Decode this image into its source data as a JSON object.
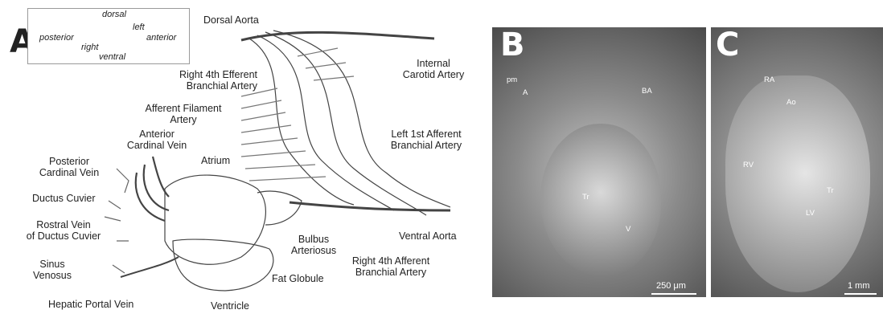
{
  "panels": {
    "a": "A",
    "b": "B",
    "c": "C"
  },
  "orientation": {
    "dorsal": "dorsal",
    "left": "left",
    "posterior": "posterior",
    "anterior": "anterior",
    "right": "right",
    "ventral": "ventral"
  },
  "labels": {
    "dorsal_aorta": "Dorsal Aorta",
    "internal_carotid_1": "Internal",
    "internal_carotid_2": "Carotid Artery",
    "right4_efferent_1": "Right 4th Efferent",
    "right4_efferent_2": "Branchial Artery",
    "afferent_filament_1": "Afferent Filament",
    "afferent_filament_2": "Artery",
    "anterior_cardinal_1": "Anterior",
    "anterior_cardinal_2": "Cardinal Vein",
    "left1_afferent_1": "Left 1st Afferent",
    "left1_afferent_2": "Branchial Artery",
    "posterior_cardinal_1": "Posterior",
    "posterior_cardinal_2": "Cardinal Vein",
    "atrium": "Atrium",
    "ductus_cuvier": "Ductus Cuvier",
    "rostral_vein_1": "Rostral Vein",
    "rostral_vein_2": "of Ductus Cuvier",
    "sinus_venosus_1": "Sinus",
    "sinus_venosus_2": "Venosus",
    "bulbus_1": "Bulbus",
    "bulbus_2": "Arteriosus",
    "ventral_aorta": "Ventral Aorta",
    "right4_afferent_1": "Right 4th Afferent",
    "right4_afferent_2": "Branchial Artery",
    "fat_globule": "Fat Globule",
    "hepatic_portal": "Hepatic Portal Vein",
    "ventricle": "Ventricle"
  },
  "sem_b": {
    "pm": "pm",
    "a": "A",
    "ba": "BA",
    "tr": "Tr",
    "v": "V",
    "scale": "250 μm"
  },
  "sem_c": {
    "ra": "RA",
    "ao": "Ao",
    "rv": "RV",
    "tr": "Tr",
    "lv": "LV",
    "scale": "1 mm"
  }
}
